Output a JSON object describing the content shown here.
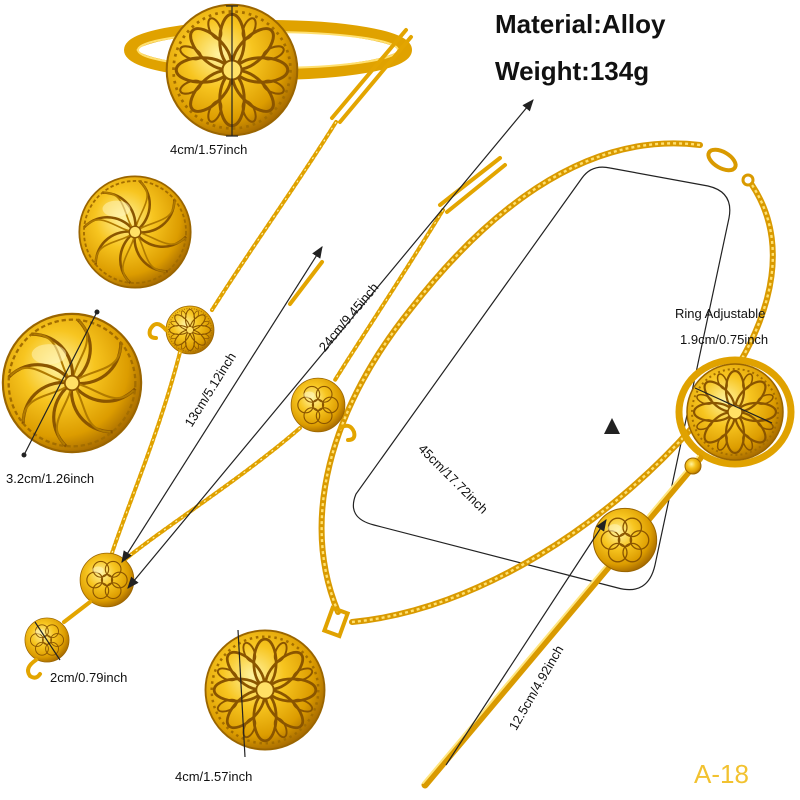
{
  "specs": {
    "material": "Material:Alloy",
    "weight": "Weight:134g"
  },
  "labels": {
    "bangle_width": "4cm/1.57inch",
    "ring_title": "Ring Adjustable",
    "ring_size": "1.9cm/0.75inch",
    "chain_24": "24cm/9.45inch",
    "chain_13": "13cm/5.12inch",
    "necklace_length": "45cm/17.72inch",
    "earring_size": "3.2cm/1.26inch",
    "small_ball_size": "2cm/0.79inch",
    "pendant_size": "4cm/1.57inch",
    "hair_stick_length": "12.5cm/4.92inch"
  },
  "model_code": "A-18",
  "colors": {
    "gold": "#e0a200",
    "gold_light": "#ffe070",
    "gold_dark": "#8a5500",
    "model_code": "#f2c230",
    "text": "#111111"
  }
}
